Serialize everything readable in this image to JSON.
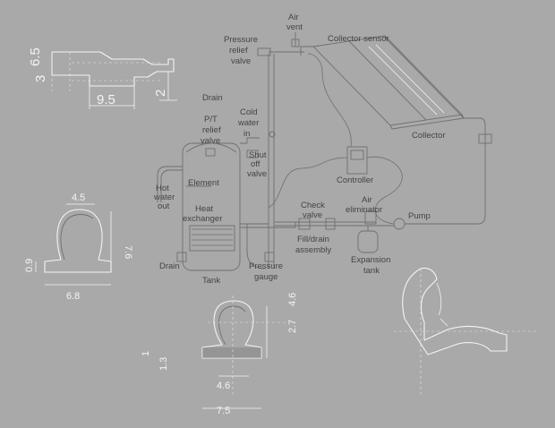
{
  "labels": {
    "air_vent_1": "Air",
    "air_vent_2": "vent",
    "pressure_relief_1": "Pressure",
    "pressure_relief_2": "relief",
    "pressure_relief_3": "valve",
    "collector_sensor": "Collector sensor",
    "collector": "Collector",
    "drain_top": "Drain",
    "pt_relief_1": "P/T",
    "pt_relief_2": "relief",
    "pt_relief_3": "valve",
    "cold_water_1": "Cold",
    "cold_water_2": "water",
    "cold_water_3": "in",
    "shut_off_1": "Shut",
    "shut_off_2": "off",
    "shut_off_3": "valve",
    "controller": "Controller",
    "element": "Element",
    "hot_water_1": "Hot",
    "hot_water_2": "water",
    "hot_water_3": "out",
    "heat_exchanger_1": "Heat",
    "heat_exchanger_2": "exchanger",
    "check_valve_1": "Check",
    "check_valve_2": "valve",
    "air_eliminator_1": "Air",
    "air_eliminator_2": "eliminator",
    "pump": "Pump",
    "fill_drain_1": "Fill/drain",
    "fill_drain_2": "assembly",
    "drain_bottom": "Drain",
    "pressure_gauge_1": "Pressure",
    "pressure_gauge_2": "gauge",
    "expansion_tank_1": "Expansion",
    "expansion_tank_2": "tank",
    "tank": "Tank"
  },
  "dimensions": {
    "top_left": {
      "d1": "6.5",
      "d2": "3",
      "d3": "9.5",
      "d4": "2"
    },
    "profile_a": {
      "top": "4.5",
      "height": "7.6",
      "base_h": "0.9",
      "base_w": "6.8"
    },
    "profile_b": {
      "side1": "1",
      "side2": "1.3",
      "height1": "2.7",
      "height2": "4.6",
      "neck": "4.6",
      "base": "7.5"
    }
  }
}
